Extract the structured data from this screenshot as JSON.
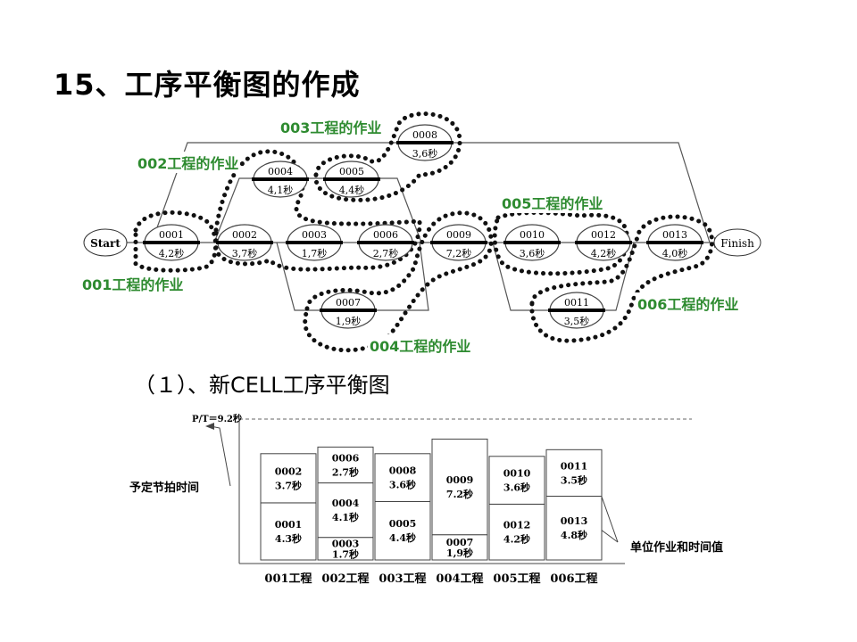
{
  "title": "15、工序平衡图的作成",
  "flow": {
    "start_label": "Start",
    "finish_label": "Finish",
    "nodes": [
      {
        "id": "0001",
        "time": "4,2秒"
      },
      {
        "id": "0002",
        "time": "3,7秒"
      },
      {
        "id": "0003",
        "time": "1,7秒"
      },
      {
        "id": "0006",
        "time": "2,7秒"
      },
      {
        "id": "0009",
        "time": "7,2秒"
      },
      {
        "id": "0010",
        "time": "3,6秒"
      },
      {
        "id": "0012",
        "time": "4,2秒"
      },
      {
        "id": "0013",
        "time": "4,0秒"
      },
      {
        "id": "0004",
        "time": "4,1秒"
      },
      {
        "id": "0005",
        "time": "4,4秒"
      },
      {
        "id": "0008",
        "time": "3,6秒"
      },
      {
        "id": "0007",
        "time": "1,9秒"
      },
      {
        "id": "0011",
        "time": "3,5秒"
      }
    ],
    "group_labels": {
      "g001": "001工程的作业",
      "g002": "002工程的作业",
      "g003": "003工程的作业",
      "g004": "004工程的作业",
      "g005": "005工程的作业",
      "g006": "006工程的作业"
    }
  },
  "subtitle": "（１）、新CELL工序平衡图",
  "balance": {
    "pt_label": "P/T＝9.2秒",
    "left_label": "予定节拍时间",
    "right_label": "单位作业和时间值",
    "columns": [
      {
        "name": "001工程",
        "blocks": [
          {
            "id": "0001",
            "time": "4.3秒"
          },
          {
            "id": "0002",
            "time": "3.7秒"
          }
        ]
      },
      {
        "name": "002工程",
        "blocks": [
          {
            "id": "0003",
            "time": "1.7秒"
          },
          {
            "id": "0004",
            "time": "4.1秒"
          },
          {
            "id": "0006",
            "time": "2.7秒"
          }
        ]
      },
      {
        "name": "003工程",
        "blocks": [
          {
            "id": "0005",
            "time": "4.4秒"
          },
          {
            "id": "0008",
            "time": "3.6秒"
          }
        ]
      },
      {
        "name": "004工程",
        "blocks": [
          {
            "id": "0007",
            "time": "1,9秒"
          },
          {
            "id": "0009",
            "time": "7.2秒"
          }
        ]
      },
      {
        "name": "005工程",
        "blocks": [
          {
            "id": "0012",
            "time": "4.2秒"
          },
          {
            "id": "0010",
            "time": "3.6秒"
          }
        ]
      },
      {
        "name": "006工程",
        "blocks": [
          {
            "id": "0013",
            "time": "4.8秒"
          },
          {
            "id": "0011",
            "time": "3.5秒"
          }
        ]
      }
    ]
  }
}
